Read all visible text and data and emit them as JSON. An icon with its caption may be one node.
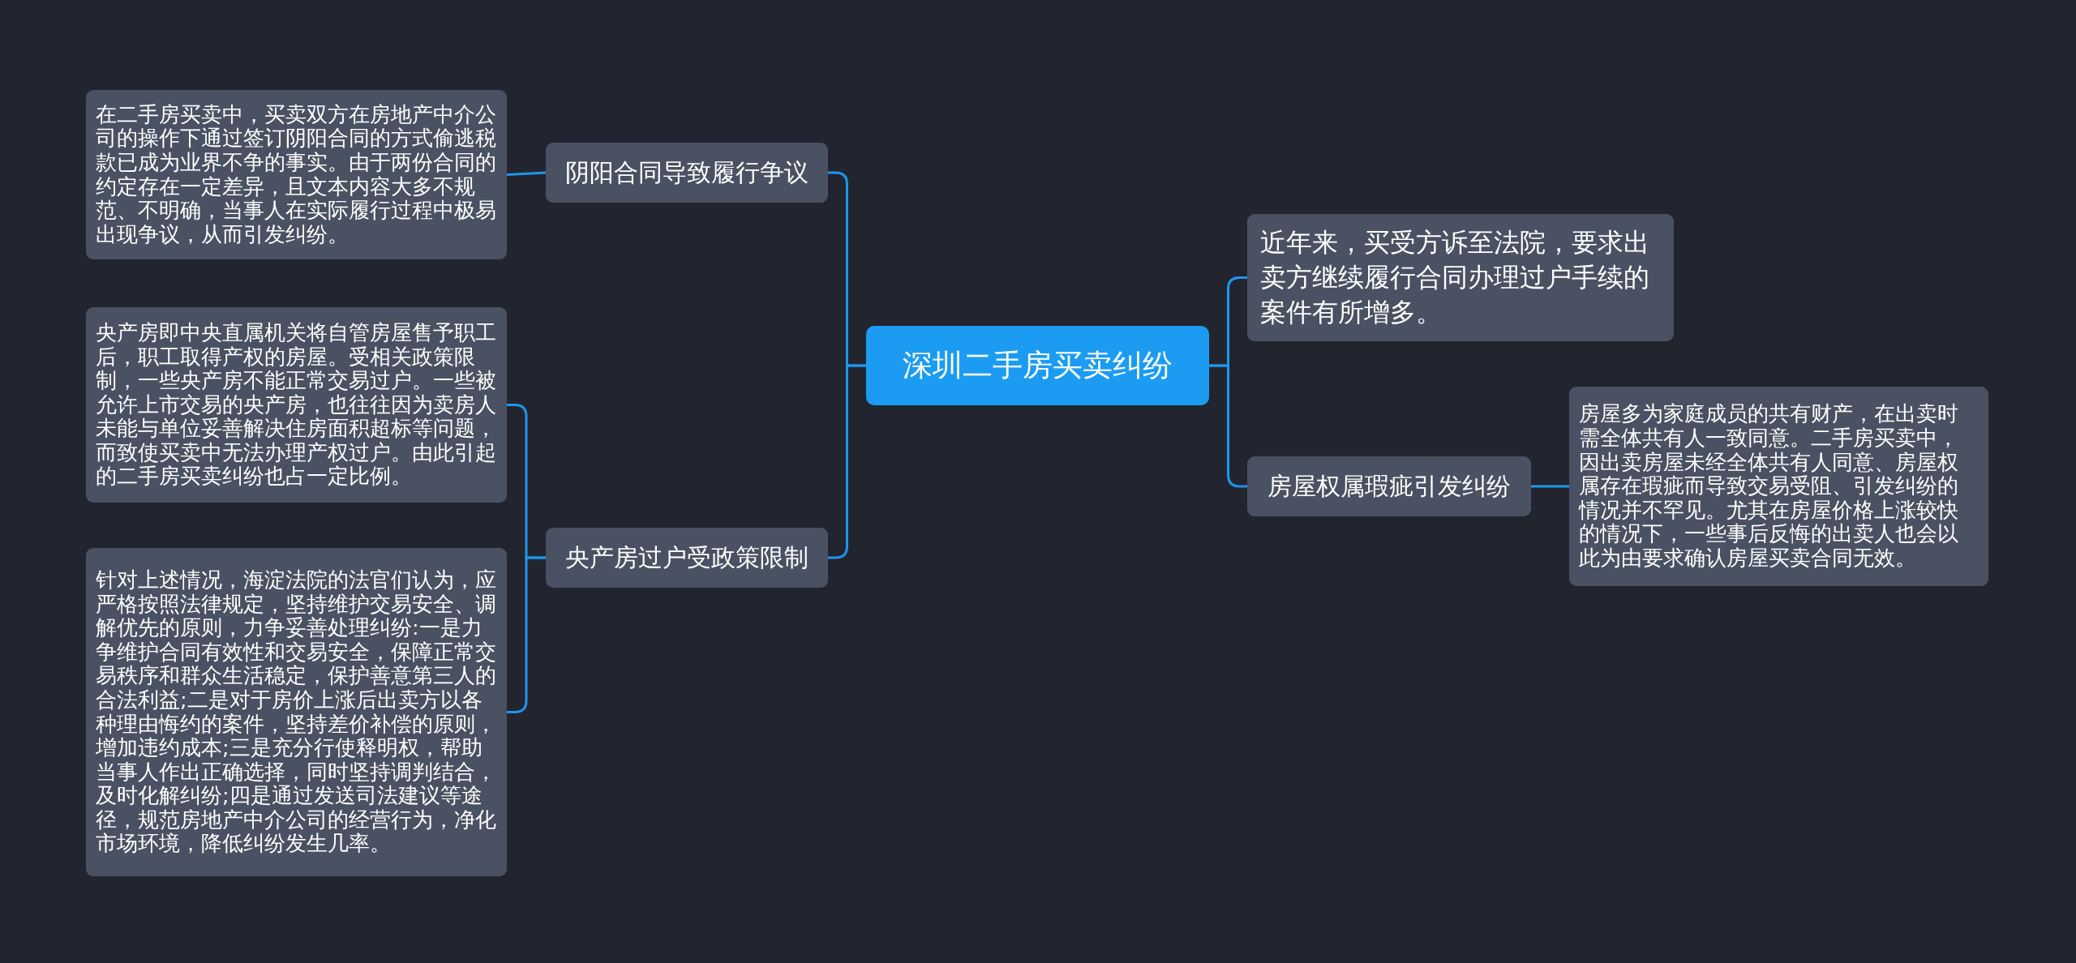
{
  "diagram": {
    "nodes": [
      {
        "text": [
          "深圳二手房买卖纠纷"
        ]
      },
      {
        "text": [
          "阴阳合同导致履行争议"
        ]
      },
      {
        "text": [
          "在二手房买卖中，买卖双方在房地产中介公司的操作下通过签订阴阳合同的方式偷逃税款已成为业界不争的事实。由于两份合同的约定存在一定差异，且文本内容大多不规范、不明确，当事人在实际履行过程中极易出现争议，从而引发纠纷。"
        ]
      },
      {
        "text": [
          "央产房过户受政策限制"
        ]
      },
      {
        "text": [
          "央产房即中央直属机关将自管房屋售予职工后，职工取得产权的房屋。受相关政策限制，一些央产房不能正常交易过户。一些被允许上市交易的央产房，也往往因为卖房人未能与单位妥善解决住房面积超标等问题，而致使买卖中无法办理产权过户。由此引起的二手房买卖纠纷也占一定比例。"
        ]
      },
      {
        "text": [
          "针对上述情况，海淀法院的法官们认为，应严格按照法律规定，坚持维护交易安全、调解优先的原则，力争妥善处理纠纷:一是力争维护合同有效性和交易安全，保障正常交易秩序和群众生活稳定，保护善意第三人的合法利益;二是对于房价上涨后出卖方以各种理由悔约的案件，坚持差价补偿的原则，增加违约成本;三是充分行使释明权，帮助当事人作出正确选择，同时坚持调判结合，及时化解纠纷;四是通过发送司法建议等途径，规范房地产中介公司的经营行为，净化市场环境，降低纠纷发生几率。"
        ]
      },
      {
        "text": [
          "近年来，买受方诉至法院，要求出卖方继续履行合同办理过户手续的案件有所增多。"
        ]
      },
      {
        "text": [
          "房屋权属瑕疵引发纠纷"
        ]
      },
      {
        "text": [
          "房屋多为家庭成员的共有财产，在出卖时需全体共有人一致同意。二手房买卖中，因出卖房屋未经全体共有人同意、房屋权属存在瑕疵而导致交易受阻、引发纠纷的情况并不罕见。尤其在房屋价格上涨较快的情况下，一些事后反悔的出卖人也会以此为由要求确认房屋买卖合同无效。"
        ]
      }
    ],
    "edges": [
      {
        "from": 0,
        "to": 1,
        "arrow": "none"
      },
      {
        "from": 1,
        "to": 2,
        "arrow": "none"
      },
      {
        "from": 0,
        "to": 3,
        "arrow": "none"
      },
      {
        "from": 3,
        "to": 4,
        "arrow": "none"
      },
      {
        "from": 3,
        "to": 5,
        "arrow": "none"
      },
      {
        "from": 0,
        "to": 6,
        "arrow": "none"
      },
      {
        "from": 0,
        "to": 7,
        "arrow": "none"
      },
      {
        "from": 7,
        "to": 8,
        "arrow": "none"
      }
    ]
  }
}
